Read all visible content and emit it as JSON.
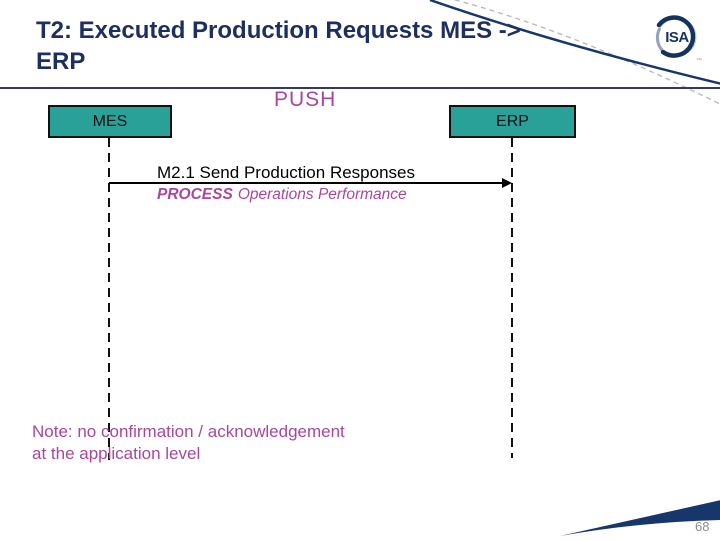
{
  "slide": {
    "title_line1": "T2: Executed Production Requests MES ->",
    "title_line2": "ERP",
    "page_number": "68"
  },
  "logo": {
    "text": "ISA",
    "trademark": "™"
  },
  "diagram": {
    "push_label": "PUSH",
    "actors": [
      {
        "label": "MES"
      },
      {
        "label": "ERP"
      }
    ],
    "message": {
      "label": "M2.1 Send Production Responses",
      "sub_label_bold": "PROCESS",
      "sub_label_rest": "Operations Performance"
    },
    "note_line1": "Note: no confirmation / acknowledgement",
    "note_line2": "at the application level"
  },
  "colors": {
    "title_navy": "#1d2f5f",
    "swoosh_navy": "#17366b",
    "actor_teal": "#2aa198",
    "magenta": "#a8479e",
    "divider": "#2e3d5e",
    "page_gray": "#8d8d8d",
    "deco_gray": "#bbbbbb"
  }
}
